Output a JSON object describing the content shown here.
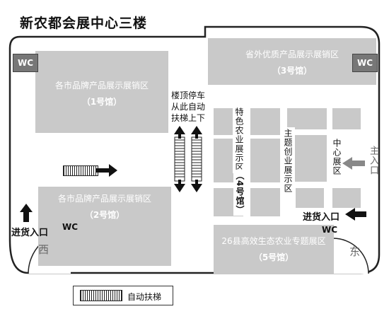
{
  "title": "新农都会展中心三楼",
  "halls": {
    "hall1": {
      "name": "各市品牌产品展示展销区",
      "number": "（1号馆）"
    },
    "hall2": {
      "name": "各市品牌产品展示展销区",
      "number": "（2号馆）"
    },
    "hall3": {
      "name": "省外优质产品展示展销区",
      "number": "（3号馆）"
    },
    "hall4": {
      "name": "特色农业展示区",
      "number": "（4号馆）"
    },
    "hall5": {
      "name": "26县高效生态农业专题展区",
      "number": "（5号馆）"
    }
  },
  "zones": {
    "theme": "主题创业展示区",
    "center": "中心展区"
  },
  "labels": {
    "wc": "WC",
    "rooftop_parking": [
      "楼顶停车",
      "从此自动",
      "扶梯上下"
    ],
    "main_entrance": "主入口",
    "goods_entrance": "进货入口",
    "west": "西",
    "east": "东",
    "legend": "自动扶梯"
  },
  "colors": {
    "hall_fill": "#c9c9c9",
    "wc_fill": "#777777",
    "arrow_dark": "#111111",
    "arrow_gray": "#888888"
  }
}
